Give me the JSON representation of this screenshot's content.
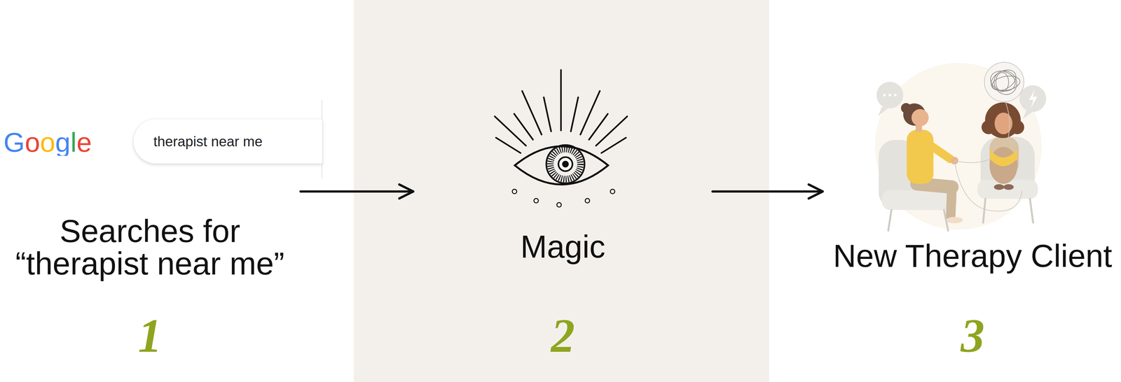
{
  "diagram": {
    "nodes": [
      {
        "text": [
          "therapist near me"
        ]
      },
      {
        "text": [
          "Searches for “therapist near me”",
          "1"
        ]
      },
      {
        "text": [
          "Magic",
          "2"
        ]
      },
      {
        "text": [
          "New Therapy Client",
          "3"
        ]
      }
    ],
    "edges": [
      {
        "from": 1,
        "to": 2,
        "arrow": "to"
      },
      {
        "from": 2,
        "to": 3,
        "arrow": "to"
      }
    ],
    "labels": [
      "Google"
    ]
  }
}
